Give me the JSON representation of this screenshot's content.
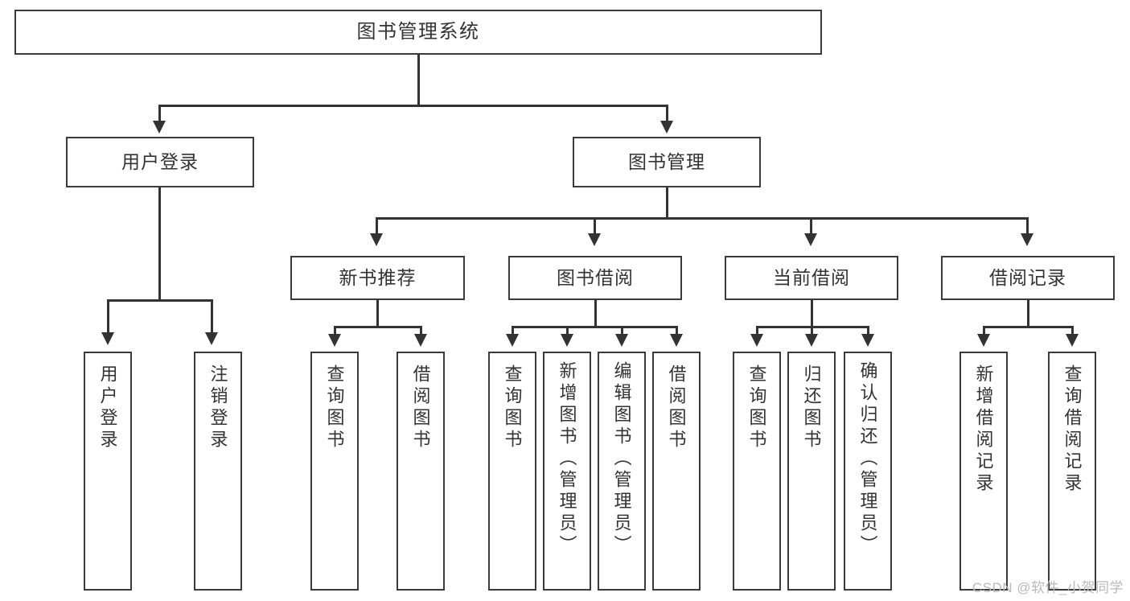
{
  "diagram": {
    "title": "图书管理系统",
    "type": "tree-hierarchy-diagram",
    "colors": {
      "box_border": "#3a3a3a",
      "connector": "#333333",
      "text": "#333333",
      "background": "#ffffff",
      "watermark": "#b9b9b9"
    },
    "root": {
      "label": "图书管理系统"
    },
    "level2": [
      {
        "label": "用户登录"
      },
      {
        "label": "图书管理"
      }
    ],
    "level3": [
      {
        "label": "新书推荐"
      },
      {
        "label": "图书借阅"
      },
      {
        "label": "当前借阅"
      },
      {
        "label": "借阅记录"
      }
    ],
    "leaves": {
      "user_login": [
        {
          "label": "用户登录"
        },
        {
          "label": "注销登录"
        }
      ],
      "new_book_recommend": [
        {
          "label": "查询图书"
        },
        {
          "label": "借阅图书"
        }
      ],
      "book_borrow": [
        {
          "label": "查询图书"
        },
        {
          "label": "新增图书（管理员）"
        },
        {
          "label": "编辑图书（管理员）"
        },
        {
          "label": "借阅图书"
        }
      ],
      "current_borrow": [
        {
          "label": "查询图书"
        },
        {
          "label": "归还图书"
        },
        {
          "label": "确认归还（管理员）"
        }
      ],
      "borrow_records": [
        {
          "label": "新增借阅记录"
        },
        {
          "label": "查询借阅记录"
        }
      ]
    }
  },
  "watermark": {
    "text": "CSDN @软件_小贺同学"
  }
}
